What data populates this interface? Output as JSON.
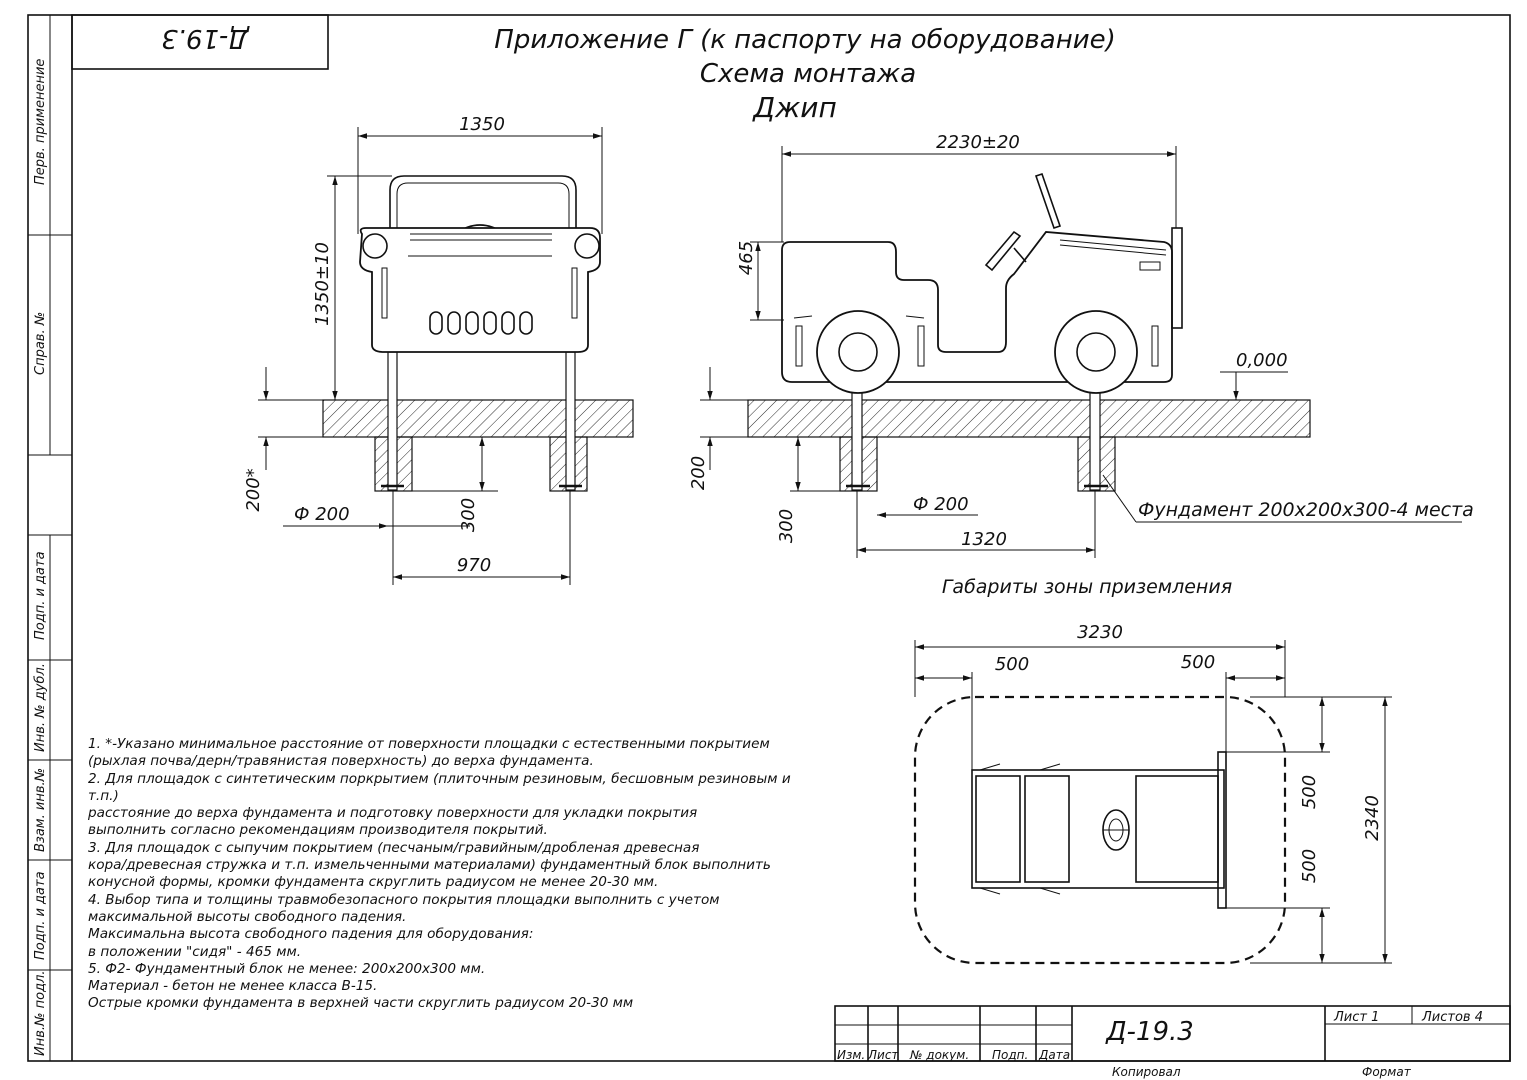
{
  "frame": {
    "side_labels": [
      "Перв. применение",
      "Справ. №",
      "Подп. и дата",
      "Инв. № дубл.",
      "Взам. инв.№",
      "Подп. и дата",
      "Инв.№ подл."
    ],
    "code_box": "Д-19.3"
  },
  "header": {
    "line1": "Приложение Г (к паспорту на оборудование)",
    "line2": "Схема монтажа",
    "line3": "Джип"
  },
  "front_view": {
    "width": "1350",
    "height": "1350±10",
    "depth_min": "200*",
    "diameter": "Ф 200",
    "foundation_depth": "300",
    "spacing": "970"
  },
  "side_view": {
    "length": "2230±20",
    "seat_height": "465",
    "level": "0,000",
    "foundation_height": "200",
    "foundation_depth": "300",
    "diameter": "Ф 200",
    "spacing": "1320",
    "foundation_note": "Фундамент 200х200х300-4 места"
  },
  "landing_zone": {
    "title": "Габариты зоны приземления",
    "width": "3230",
    "left_margin": "500",
    "right_margin": "500",
    "height": "2340",
    "top_margin": "500",
    "bottom_margin": "500"
  },
  "notes": [
    "1. *-Указано минимальное расстояние от поверхности площадки с естественными покрытием",
    "(рыхлая почва/дерн/травянистая поверхность) до верха фундамента.",
    "2. Для площадок с синтетическим поркрытием (плиточным резиновым, бесшовным резиновым и",
    "т.п.)",
    "расстояние до верха фундамента и подготовку поверхности для укладки покрытия",
    "выполнить согласно рекомендациям производителя покрытий.",
    "3. Для площадок с сыпучим покрытием (песчаным/гравийным/дробленая древесная",
    "кора/древесная стружка и т.п. измельченными материалами) фундаментный блок выполнить",
    "конусной формы, кромки фундамента скруглить радиусом не менее 20-30 мм.",
    "4. Выбор типа и толщины травмобезопасного покрытия площадки выполнить с учетом",
    "максимальной высоты свободного падения.",
    "Максимальна высота свободного падения для оборудования:",
    " в положении \"сидя\" - 465 мм.",
    "5. Ф2- Фундаментный блок не менее: 200х200х300 мм.",
    "Материал - бетон не менее класса В-15.",
    "Острые кромки фундамента в верхней части скруглить радиусом 20-30 мм"
  ],
  "title_block": {
    "col_izm": "Изм.",
    "col_list": "Лист",
    "col_docum": "№ докум.",
    "col_podp": "Подп.",
    "col_data": "Дата",
    "code": "Д-19.3",
    "sheet_label": "Лист 1",
    "sheets_label": "Листов 4",
    "copied": "Копировал",
    "format": "Формат"
  }
}
